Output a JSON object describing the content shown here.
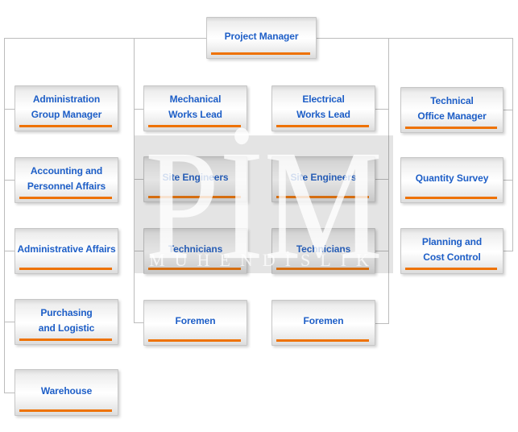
{
  "watermark": {
    "line1": "PİM",
    "line2": "MUHENDİSLİK"
  },
  "chart": {
    "root": {
      "label": "Project Manager"
    },
    "columns": [
      {
        "boxes": [
          {
            "label": "Administration\nGroup Manager"
          },
          {
            "label": "Accounting and\nPersonnel Affairs"
          },
          {
            "label": "Administrative Affairs"
          },
          {
            "label": "Purchasing\nand Logistic"
          },
          {
            "label": "Warehouse"
          }
        ]
      },
      {
        "boxes": [
          {
            "label": "Mechanical\nWorks Lead"
          },
          {
            "label": "Site Engineers"
          },
          {
            "label": "Technicians"
          },
          {
            "label": "Foremen"
          }
        ]
      },
      {
        "boxes": [
          {
            "label": "Electrical\nWorks Lead"
          },
          {
            "label": "Site Engineers"
          },
          {
            "label": "Technicians"
          },
          {
            "label": "Foremen"
          }
        ]
      },
      {
        "boxes": [
          {
            "label": "Technical\nOffice Manager"
          },
          {
            "label": "Quantity Survey"
          },
          {
            "label": "Planning and\nCost Control"
          }
        ]
      }
    ]
  },
  "colors": {
    "label_blue": "#1d5ec7",
    "underline_orange": "#ee7203",
    "connector_gray": "#bcbcbc"
  }
}
